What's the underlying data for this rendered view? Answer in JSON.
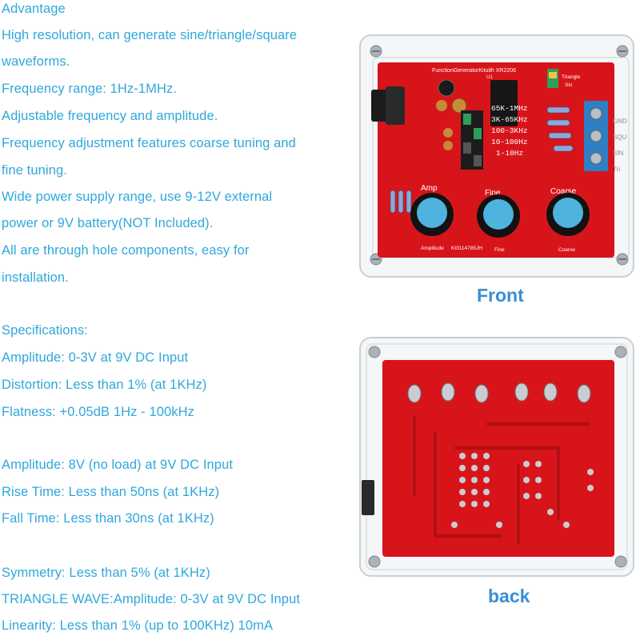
{
  "specs": {
    "advantage_heading": "Advantage",
    "line1": "High resolution, can generate sine/triangle/square",
    "line2": " waveforms.",
    "line3": "Frequency range: 1Hz-1MHz.",
    "line4": "Adjustable frequency and amplitude.",
    "line5": "Frequency adjustment features coarse tuning and",
    "line6": "fine tuning.",
    "line7": "Wide power supply range, use 9-12V external",
    "line8": "power or 9V battery(NOT Included).",
    "line9": "All are through hole components, easy for",
    "line10": "installation.",
    "specs_heading": "Specifications:",
    "line11": "Amplitude: 0-3V at 9V DC Input",
    "line12": "Distortion: Less than 1% (at 1KHz)",
    "line13": "Flatness: +0.05dB 1Hz - 100kHz",
    "line14": "Amplitude: 8V (no load) at 9V DC Input",
    "line15": "Rise Time: Less than 50ns (at 1KHz)",
    "line16": "Fall Time: Less than 30ns (at 1KHz)",
    "line17": "Symmetry: Less than 5% (at 1KHz)",
    "line18": "TRIANGLE WAVE:Amplitude: 0-3V at 9V DC Input",
    "line19": "Linearity: Less than 1% (up to 100KHz) 10mA"
  },
  "captions": {
    "front": "Front",
    "back": "back"
  },
  "board": {
    "top_label": "FunctionGeneratorKituith XR2206",
    "switch_label_1": "Triangle",
    "switch_label_2": "Sin",
    "range_1": "65K-1MHz",
    "range_2": "3K-65KHz",
    "range_3": "100-3KHz",
    "range_4": "10-100Hz",
    "range_5": "1-10Hz",
    "knob_amp": "Amp",
    "knob_fine": "Fine",
    "knob_coarse": "Coarse",
    "bottom_amp": "Amplitude",
    "bottom_code": "KI3114785JH",
    "bottom_fine": "Fine",
    "bottom_coarse": "Coarse",
    "side_gnd": "GND",
    "side_squ": "SQU",
    "side_sin": "SIN",
    "side_tri": "Tri",
    "chip_label": "U1"
  },
  "colors": {
    "text": "#2fa7dc",
    "caption": "#3a8ed6",
    "pcb": "#d8141b",
    "knob": "#4fb3e0",
    "terminal": "#2e7fc4"
  }
}
